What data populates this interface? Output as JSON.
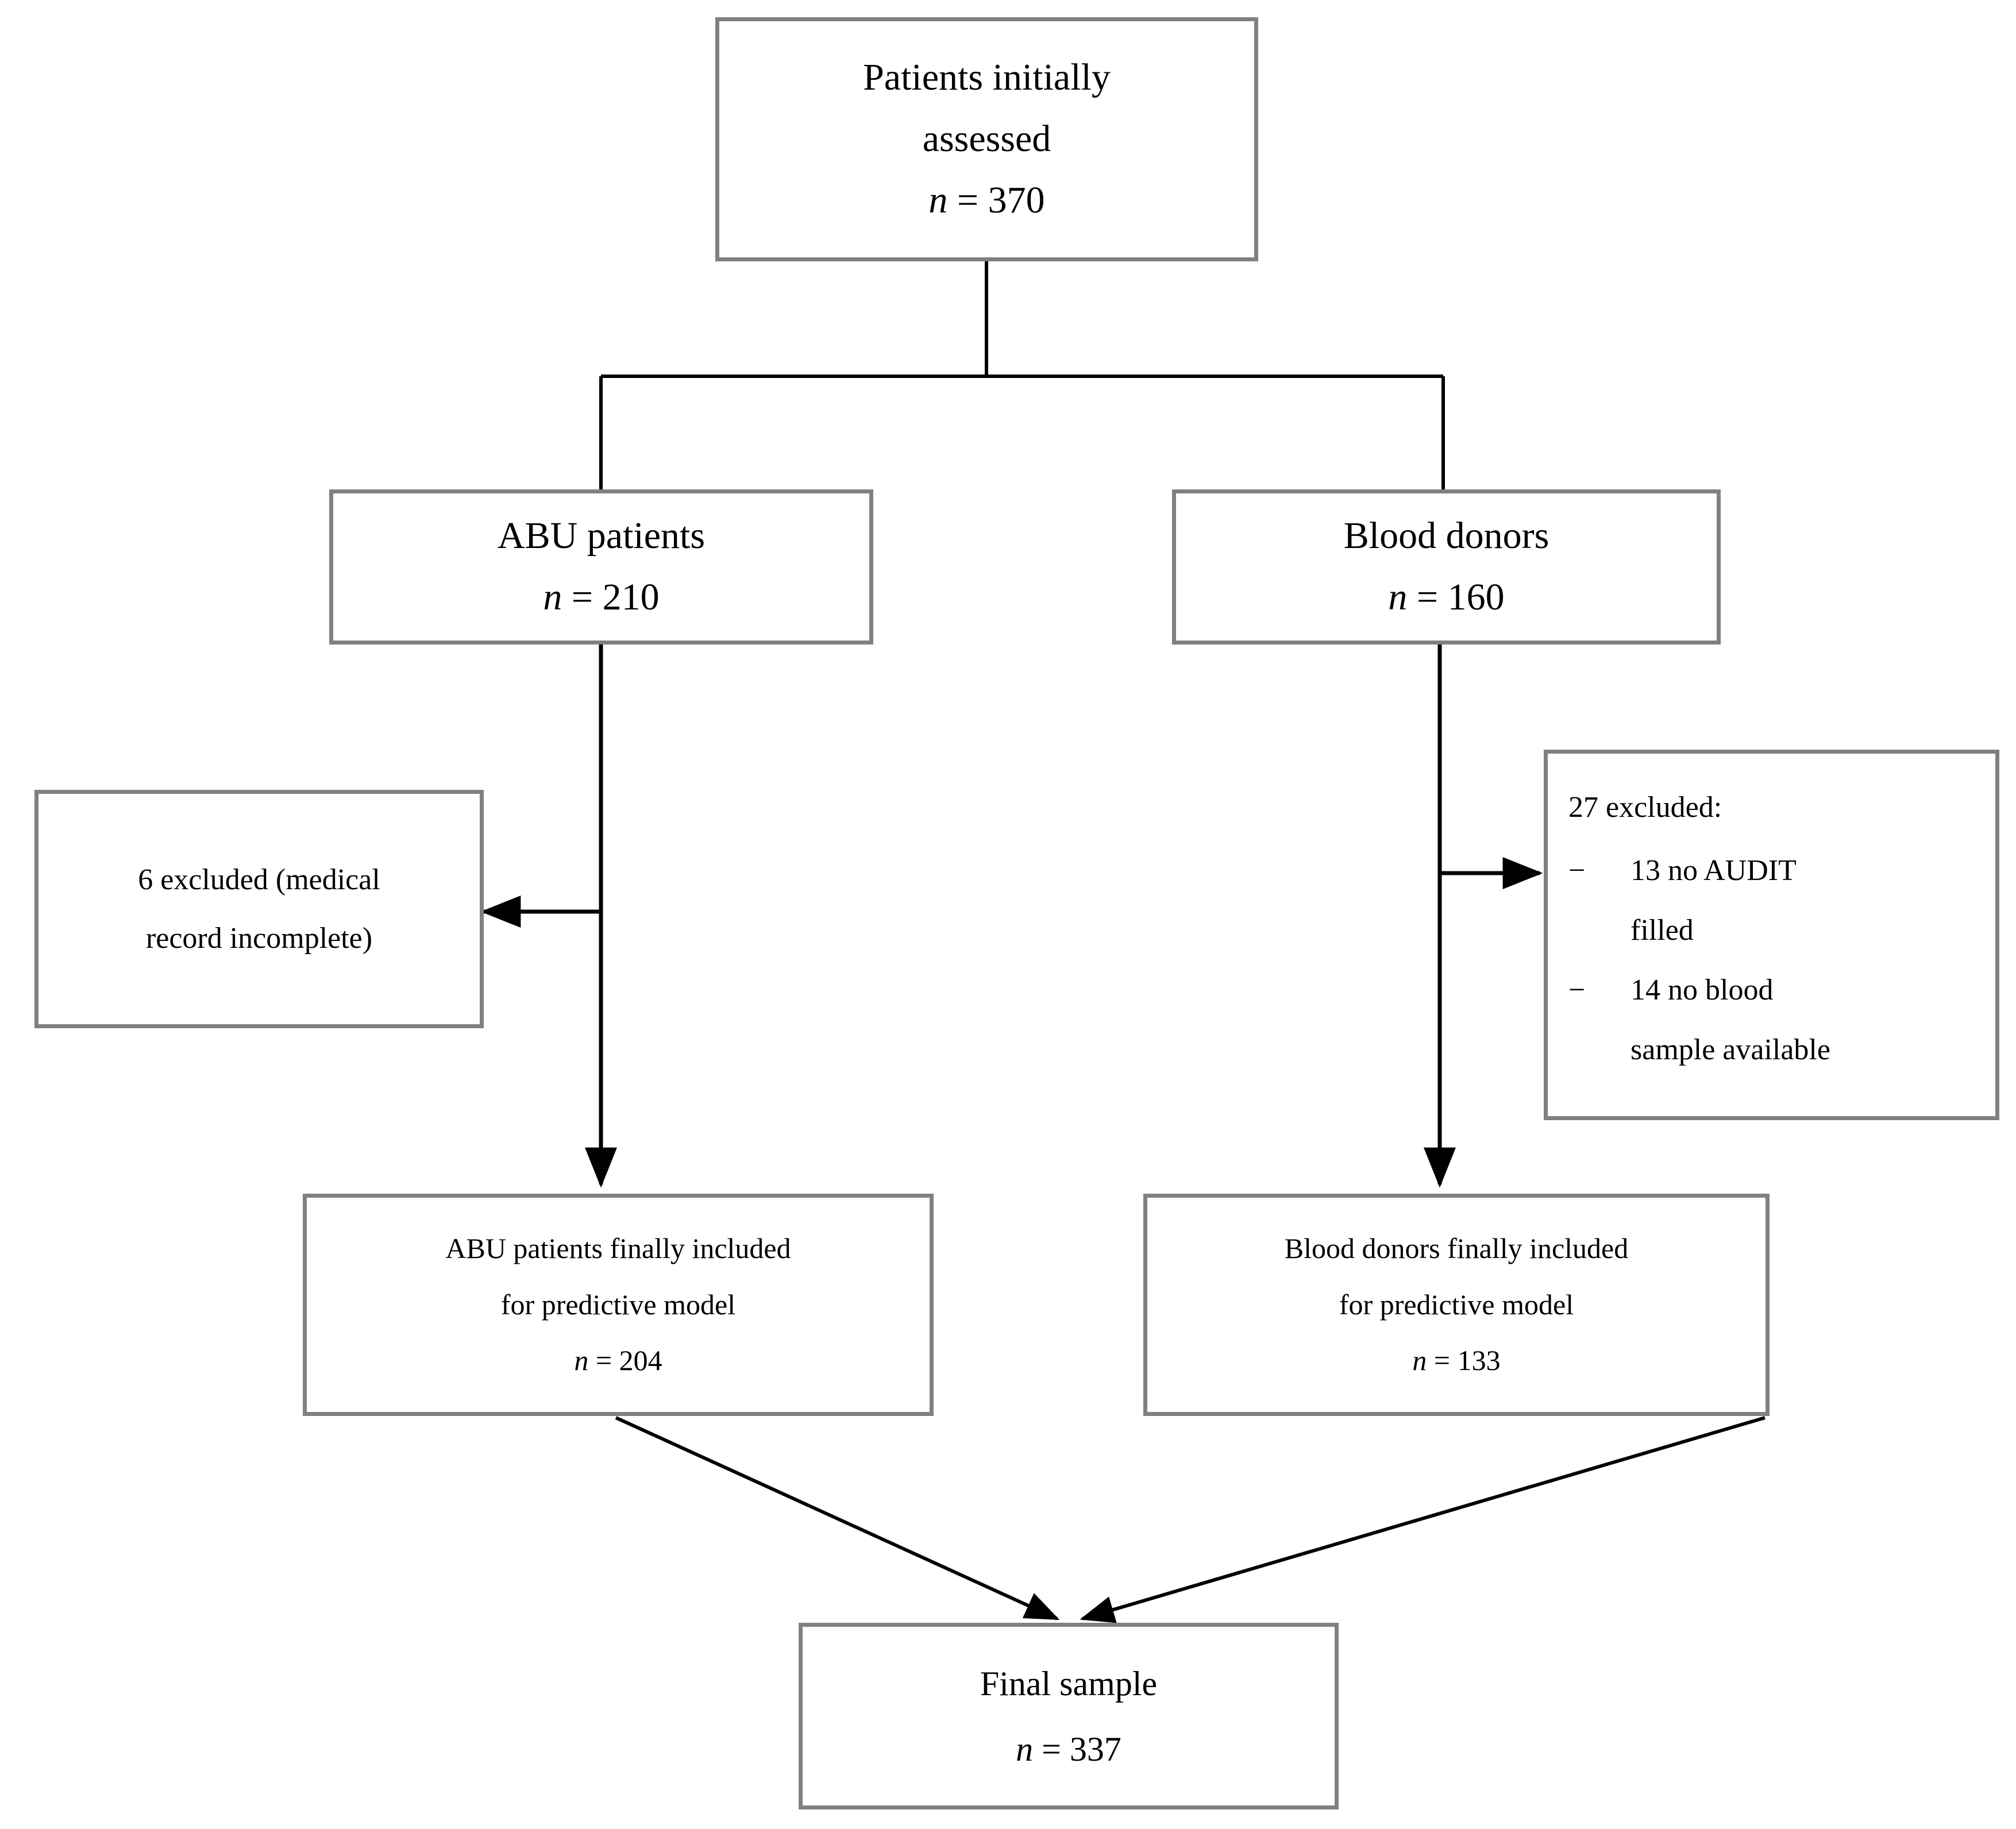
{
  "diagram": {
    "type": "study-flow-diagram",
    "orientation": "top-down",
    "colors": {
      "box_border": "#808080",
      "connector": "#000000",
      "background": "#ffffff",
      "text": "#000000"
    },
    "nodes": {
      "initial": {
        "id": "patients-initially-assessed",
        "line1": "Patients initially",
        "line2": "assessed",
        "n_label": "n",
        "n_equals": " = ",
        "n_value": "370",
        "n_text": "n = 370"
      },
      "abu": {
        "id": "abu-patients",
        "line1": "ABU patients",
        "n_label": "n",
        "n_value": "210",
        "n_text": "n = 210"
      },
      "donors": {
        "id": "blood-donors",
        "line1": "Blood donors",
        "n_label": "n",
        "n_value": "160",
        "n_text": "n = 160"
      },
      "excluded_left": {
        "id": "excluded-abu",
        "line1": "6 excluded  (medical",
        "line2": "record incomplete)",
        "count": "6"
      },
      "excluded_right": {
        "id": "excluded-donors",
        "heading": "27 excluded:",
        "count": "27",
        "items": [
          {
            "dash": "−",
            "line1": "13 no AUDIT",
            "line2": "filled"
          },
          {
            "dash": "−",
            "line1": "14 no blood",
            "line2": "sample available"
          }
        ]
      },
      "abu_final": {
        "id": "abu-patients-finally-included",
        "line1": "ABU patients finally included",
        "line2": "for predictive model",
        "n_label": "n",
        "n_value": "204",
        "n_text": "n = 204"
      },
      "donors_final": {
        "id": "blood-donors-finally-included",
        "line1": "Blood donors finally included",
        "line2": "for predictive model",
        "n_label": "n",
        "n_value": "133",
        "n_text": "n = 133"
      },
      "final": {
        "id": "final-sample",
        "line1": "Final sample",
        "n_label": "n",
        "n_value": "337",
        "n_text": "n = 337"
      }
    },
    "edges": [
      {
        "from": "patients-initially-assessed",
        "to": "abu-patients",
        "style": "elbow",
        "arrowhead": false
      },
      {
        "from": "patients-initially-assessed",
        "to": "blood-donors",
        "style": "elbow",
        "arrowhead": false
      },
      {
        "from": "abu-patients",
        "to": "excluded-abu",
        "style": "branch-left",
        "arrowhead": true
      },
      {
        "from": "abu-patients",
        "to": "abu-patients-finally-included",
        "style": "straight",
        "arrowhead": true
      },
      {
        "from": "blood-donors",
        "to": "excluded-donors",
        "style": "branch-right",
        "arrowhead": true
      },
      {
        "from": "blood-donors",
        "to": "blood-donors-finally-included",
        "style": "straight",
        "arrowhead": true
      },
      {
        "from": "abu-patients-finally-included",
        "to": "final-sample",
        "style": "diagonal",
        "arrowhead": true
      },
      {
        "from": "blood-donors-finally-included",
        "to": "final-sample",
        "style": "diagonal",
        "arrowhead": true
      }
    ]
  }
}
